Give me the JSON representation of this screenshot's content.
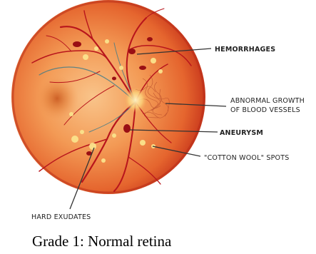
{
  "labels": {
    "hemorrhages": "HEMORRHAGES",
    "abnormal_growth_line1": "ABNORMAL GROWTH",
    "abnormal_growth_line2": "OF BLOOD VESSELS",
    "aneurysm": "ANEURYSM",
    "cotton_wool": "\"COTTON WOOL\" SPOTS",
    "hard_exudates": "HARD EXUDATES"
  },
  "caption": "Grade 1: Normal retina",
  "colors": {
    "retina_center": "#f7b26b",
    "retina_mid": "#ee7a3c",
    "retina_edge": "#c9361c",
    "vessel": "#b8151c",
    "exudate": "#fbe38c",
    "pointer": "#333333"
  }
}
